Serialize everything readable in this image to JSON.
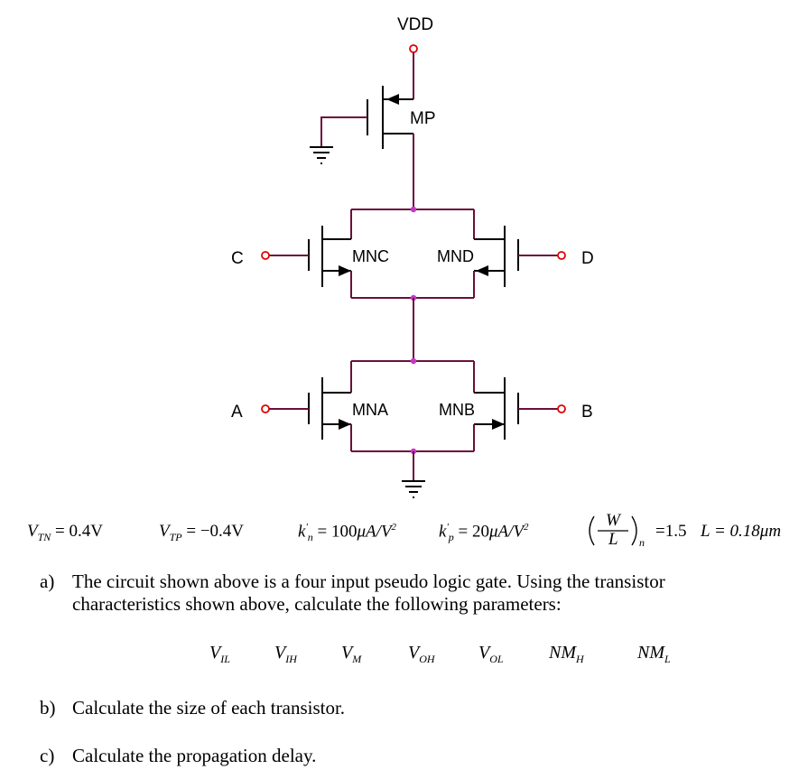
{
  "circuit": {
    "supply": "VDD",
    "pmos": "MP",
    "transistors": {
      "nc": "MNC",
      "nd": "MND",
      "na": "MNA",
      "nb": "MNB"
    },
    "inputs": {
      "c": "C",
      "d": "D",
      "a": "A",
      "b": "B"
    }
  },
  "params": {
    "vtn": {
      "sym": "V",
      "sub": "TN",
      "eq": "= 0.4V"
    },
    "vtp": {
      "sym": "V",
      "sub": "TP",
      "eq": "= −0.4V"
    },
    "kn": {
      "sym": "k",
      "sub": "n",
      "eq": "= 100",
      "unit": "μA/V",
      "exp": "2"
    },
    "kp": {
      "sym": "k",
      "sub": "p",
      "eq": "= 20",
      "unit": "μA/V",
      "exp": "2"
    },
    "wl": {
      "num": "W",
      "den": "L",
      "sub": "n",
      "eq": "=1.5"
    },
    "len": {
      "text": "L = 0.18",
      "unit": "μm"
    }
  },
  "questions": {
    "a": {
      "letter": "a)",
      "line1": "The circuit shown above is a four input pseudo logic gate. Using the transistor",
      "line2": "characteristics shown above, calculate the following parameters:"
    },
    "b": {
      "letter": "b)",
      "text": "Calculate the size of each transistor."
    },
    "c": {
      "letter": "c)",
      "text": "Calculate the propagation delay."
    }
  },
  "variables": [
    {
      "sym": "V",
      "sub": "IL"
    },
    {
      "sym": "V",
      "sub": "IH"
    },
    {
      "sym": "V",
      "sub": "M"
    },
    {
      "sym": "V",
      "sub": "OH"
    },
    {
      "sym": "V",
      "sub": "OL"
    },
    {
      "sym": "NM",
      "sub": "H"
    },
    {
      "sym": "NM",
      "sub": "L"
    }
  ],
  "colors": {
    "wire": "#6b0f3a",
    "node": "#cc33cc",
    "terminal": "#e00000"
  }
}
